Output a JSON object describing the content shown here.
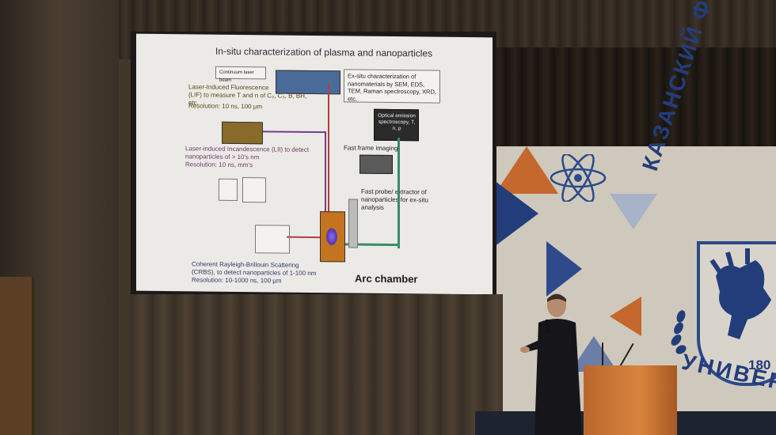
{
  "slide": {
    "title": "In-situ characterization of plasma and nanoparticles",
    "lif_title": "Laser-Induced Fluorescence",
    "lif_desc": "(LIF) to measure T and n of C₂, C₃, B, BH, etc.",
    "lif_res": "Resolution: 10 ns, 100 µm",
    "lii_title": "Laser-induced Incandescence (LII) to detect",
    "lii_desc": "nanoparticles of > 10's nm",
    "lii_res": "Resolution: 10 ns, mm's",
    "exsitu": "Ex-situ characterization of nanomaterials by SEM, EDS, TEM, Raman spectroscopy, XRD, etc.",
    "oes_box": "Optical emission spectroscopy, T, n, ρ",
    "fast_frame": "Fast frame imaging",
    "fast_probe": "Fast probe/ extractor of nanoparticles for ex-situ analysis",
    "crbs_title": "Coherent Rayleigh-Brillouin Scattering",
    "crbs_desc": "(CRBS), to detect nanoparticles of 1-100 nm",
    "crbs_res": "Resolution: 10-1000 ns, 100 µm",
    "arc_chamber": "Arc chamber",
    "laser_box": "Continuum laser beam"
  },
  "banner": {
    "text_arc": "КАЗАНСКИЙ ФЕД",
    "text_bottom": "УНИВЕР",
    "year": "180"
  },
  "colors": {
    "banner_blue": "#233d7a",
    "beam_red": "#b04040",
    "beam_green": "#3a8a6a",
    "beam_purple": "#7a3a8a",
    "podium": "#d9843d"
  }
}
